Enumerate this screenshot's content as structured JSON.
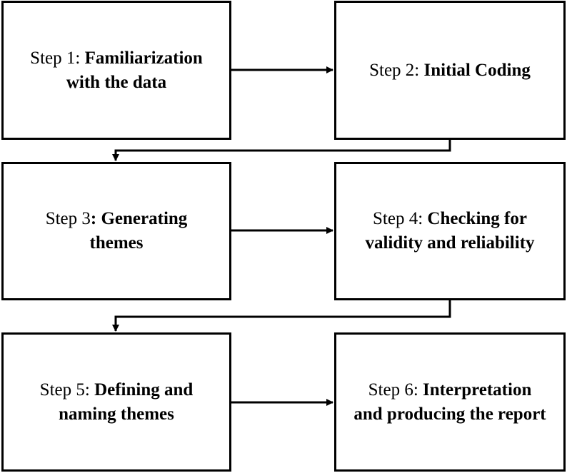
{
  "steps": [
    {
      "prefix": "Step 1: ",
      "bold_line1": "Familiarization",
      "line2": "with the data"
    },
    {
      "prefix": "Step 2: ",
      "bold_line1": "Initial Coding",
      "line2": ""
    },
    {
      "prefix": "Step 3",
      "bold_line1": ": Generating",
      "line2": "themes"
    },
    {
      "prefix": "Step 4: ",
      "bold_line1": "Checking for",
      "line2": "validity and reliability"
    },
    {
      "prefix": "Step 5: ",
      "bold_line1": "Defining and",
      "line2": "naming themes"
    },
    {
      "prefix": "Step 6: ",
      "bold_line1": "Interpretation",
      "line2": "and producing the report"
    }
  ]
}
